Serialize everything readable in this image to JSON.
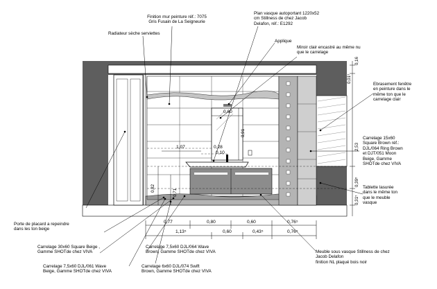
{
  "annotations": {
    "paint_finish": [
      "Finition mur peinture réf.: 7075",
      "Gris Fusain de La Seigneurie"
    ],
    "basin": [
      "Plan vasque autoportant 1220x52",
      "cm Stillness de chez Jacob",
      "Delafon, réf.: E1292"
    ],
    "towel_radiator": [
      "Radiateur sèche serviettes"
    ],
    "wall_light": [
      "Applique"
    ],
    "mirror": [
      "Miroir clair encastré au même nu",
      "que le carrelage"
    ],
    "window_reveal": [
      "Ebrasement fenêtre",
      "en peinture dans le",
      "même ton que le",
      "carrelage clair"
    ],
    "tile_15x60": [
      "Carrelage 15x60",
      "Square Brown réf.:",
      "DJL/064 Ring Brown",
      "et  DJT/051 Moon",
      "Beige, Gamme",
      "SHOTde chez VIVA"
    ],
    "shelf": [
      "Tablette lasurée",
      "dans le même ton",
      "que le meuble",
      "vasque"
    ],
    "cupboard_door": [
      "Porte de placard a repeindre",
      "dans les ton beige"
    ],
    "tile_30x60": [
      "Carrelage 30x60 Square Beige ,",
      "Gamme SHOTde chez VIVA"
    ],
    "tile_7_5x60_wave_brown": [
      "Carrelage 7,5x60 DJL/064 Wave",
      "Brown, Gamme SHOTde chez VIVA"
    ],
    "tile_7_5x60_wave_beige": [
      "Carrelage 7,5x60 DJL/061 Wave",
      "Beige, Gamme SHOTde chez VIVA"
    ],
    "tile_6x60_swift": [
      "Carrelage 6x60 DJL/074 Swift",
      "Brown, Gamme SHOTde chez VIVA"
    ],
    "vanity_unit": [
      "Meuble sous vasque Stillness de chez",
      "Jacob Delafon",
      "finition NL plaqué bois noir"
    ]
  },
  "dimensions": {
    "bottom_row1": [
      "0,77",
      "0,80",
      "0,60",
      "0,76⁵"
    ],
    "bottom_row2": [
      "1,13⁵",
      "0,60",
      "0,43⁵",
      "0,76⁵"
    ],
    "mirror_width": "0,60",
    "mirror_height": "0,91",
    "tap_offset": "0,28",
    "basin_offset": "1,07",
    "tap_small": "0,10",
    "vanity_height": "0,71",
    "left_height": "0,82",
    "right_top": "0,16",
    "right_01": "0,01⁵",
    "right_main": "2,53",
    "right_shelf": "0,39⁵",
    "right_low": "0,31⁵"
  },
  "colors": {
    "wall_dark": "#5a5a5a",
    "tile_grey": "#b9b9b9",
    "vanity_grey": "#8c8c8c",
    "line": "#000000"
  }
}
